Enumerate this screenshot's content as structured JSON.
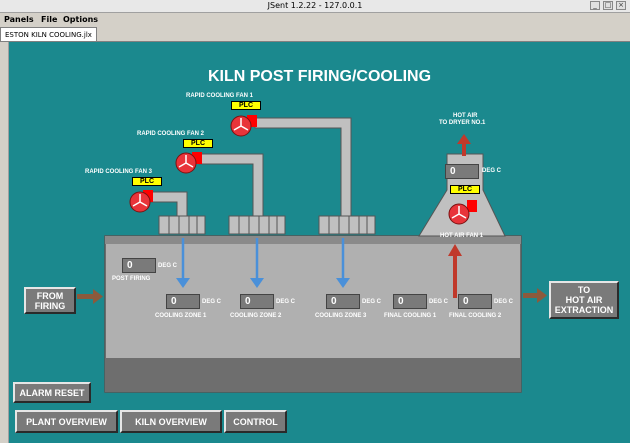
{
  "window": {
    "title": "JSent 1.2.22 - 127.0.0.1"
  },
  "menu": {
    "items": [
      "Panels",
      "File",
      "Options"
    ]
  },
  "tab": {
    "label": "ESTON KILN COOLING.jlx"
  },
  "main": {
    "title": "KILN POST FIRING/COOLING",
    "fans": [
      {
        "label": "RAPID COOLING FAN 1",
        "plc": "PLC"
      },
      {
        "label": "RAPID COOLING FAN 2",
        "plc": "PLC"
      },
      {
        "label": "RAPID COOLING FAN 3",
        "plc": "PLC"
      }
    ],
    "hot_air_fan": {
      "label": "HOT AIR FAN 1",
      "plc": "PLC"
    },
    "hot_air_dryer": {
      "line1": "HOT AIR",
      "line2": "TO DRYER NO.1"
    },
    "readings": [
      {
        "value": "0",
        "unit": "DEG C",
        "label": ""
      },
      {
        "value": "0",
        "unit": "DEG C",
        "label": "POST FIRING"
      },
      {
        "value": "0",
        "unit": "DEG C",
        "label": "COOLING ZONE 1"
      },
      {
        "value": "0",
        "unit": "DEG C",
        "label": "COOLING ZONE 2"
      },
      {
        "value": "0",
        "unit": "DEG C",
        "label": "COOLING ZONE 3"
      },
      {
        "value": "0",
        "unit": "DEG C",
        "label": "FINAL COOLING 1"
      },
      {
        "value": "0",
        "unit": "DEG C",
        "label": "FINAL COOLING 2"
      }
    ],
    "from_firing": {
      "line1": "FROM",
      "line2": "FIRING"
    },
    "to_extraction": {
      "line1": "TO",
      "line2": "HOT AIR",
      "line3": "EXTRACTION"
    }
  },
  "buttons": {
    "alarm_reset": "ALARM RESET",
    "plant_overview": "PLANT OVERVIEW",
    "kiln_overview": "KILN OVERVIEW",
    "control": "CONTROL"
  },
  "colors": {
    "background": "#1b898e",
    "kiln": "#b0b0b0",
    "duct": "#c0c0c0",
    "fan": "#e8343a",
    "plc": "#ffff00",
    "arrow_brown": "#8b5a3c",
    "arrow_blue": "#4a90d9",
    "arrow_red": "#c0392b"
  }
}
